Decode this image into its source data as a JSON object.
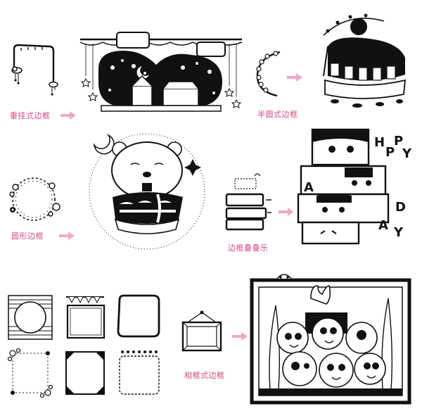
{
  "colors": {
    "label": "#d24a86",
    "arrow": "#f0a7c6",
    "ink": "#111111",
    "paper": "#ffffff"
  },
  "labels": {
    "hanging_border": "垂挂式边框",
    "semicircle_border": "半圆式边框",
    "circle_border": "圆形边框",
    "stacked_border": "边框叠叠乐",
    "photo_frame_border": "相框式边框"
  },
  "illustration_texts": {
    "happy_letters": [
      "H",
      "P",
      "P",
      "Y"
    ],
    "happy_day_letters": [
      "A",
      "D",
      "A",
      "Y"
    ]
  },
  "icons": {
    "arrow": "right-arrow-icon",
    "cloud": "cloud-icon",
    "star": "star-icon"
  }
}
